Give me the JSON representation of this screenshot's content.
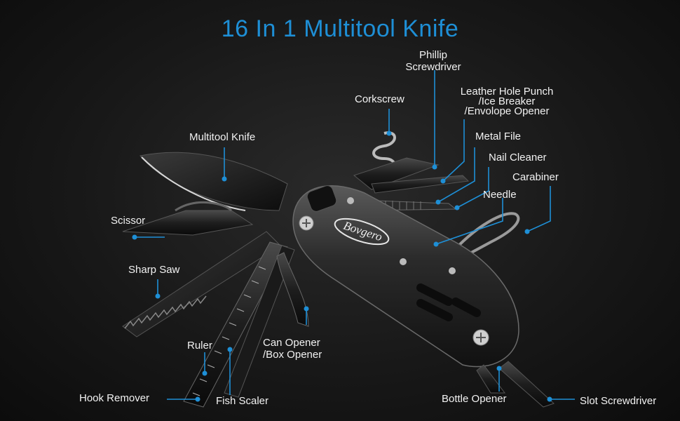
{
  "title": "16 In 1 Multitool Knife",
  "brand": "Bovgero",
  "accent_color": "#1e8fd6",
  "labels": {
    "phillip": "Phillip\nScrewdriver",
    "corkscrew": "Corkscrew",
    "leather": "Leather Hole Punch\n/Ice Breaker\n/Envolope Opener",
    "metal_file": "Metal File",
    "nail_cleaner": "Nail Cleaner",
    "carabiner": "Carabiner",
    "needle": "Needle",
    "multitool_knife": "Multitool Knife",
    "scissor": "Scissor",
    "sharp_saw": "Sharp Saw",
    "can_opener": "Can Opener\n/Box Opener",
    "ruler": "Ruler",
    "hook_remover": "Hook Remover",
    "fish_scaler": "Fish Scaler",
    "bottle_opener": "Bottle Opener",
    "slot_screwdriver": "Slot Screwdriver"
  }
}
